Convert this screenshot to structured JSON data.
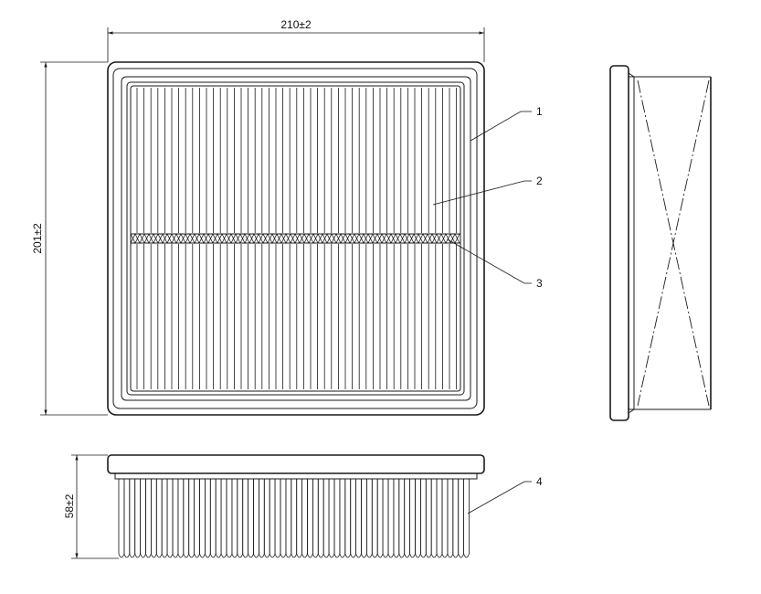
{
  "dimensions": {
    "width": "210±2",
    "height": "201±2",
    "depth": "58±2"
  },
  "callouts": [
    {
      "label": "1",
      "part": "frame"
    },
    {
      "label": "2",
      "part": "pleats"
    },
    {
      "label": "3",
      "part": "mesh-strip"
    },
    {
      "label": "4",
      "part": "side-pleats"
    }
  ],
  "colors": {
    "line": "#1a1a1a",
    "background": "#ffffff"
  }
}
